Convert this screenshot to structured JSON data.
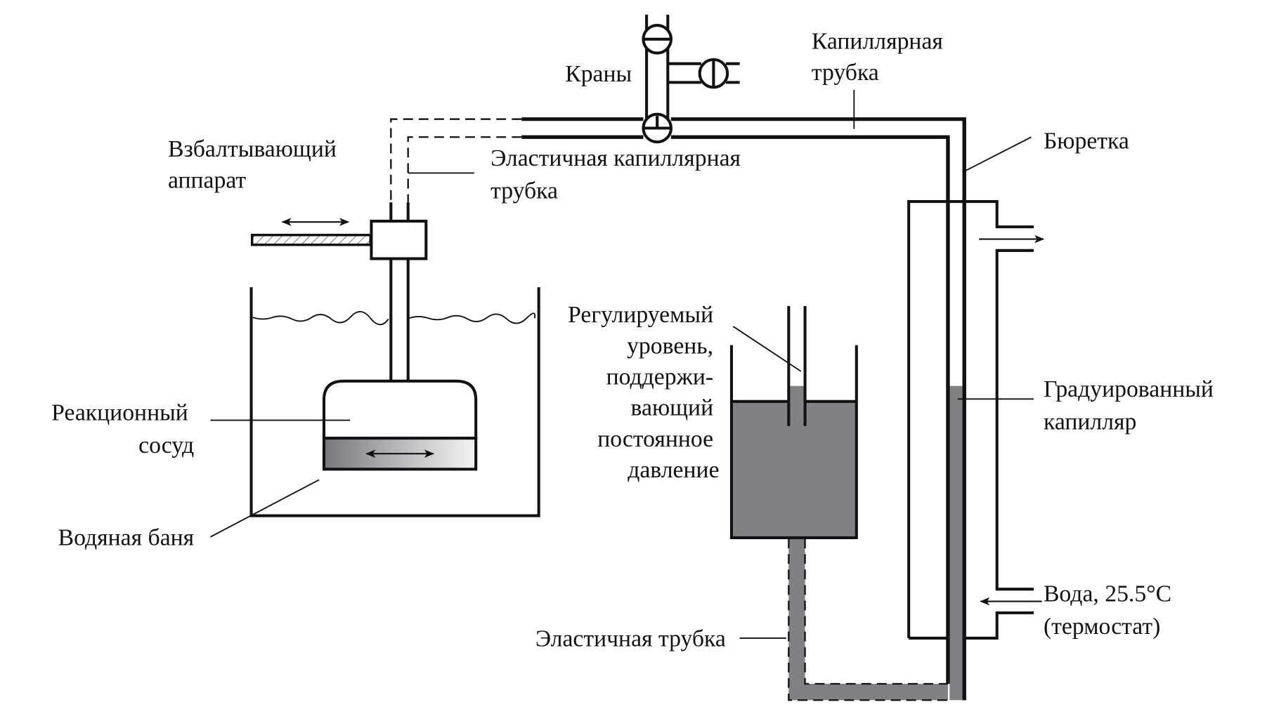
{
  "diagram": {
    "title": "Схема установки для измерения объёма газа (манометрическая установка)",
    "liquid_color": "#808184",
    "labels": {
      "valves": "Краны",
      "capillary_tube": [
        "Капиллярная",
        "трубка"
      ],
      "shaker": [
        "Взбалтывающий",
        "аппарат"
      ],
      "elastic_capillary_tube": [
        "Эластичная капиллярная",
        "трубка"
      ],
      "burette": "Бюретка",
      "adjustable_level": [
        "Регулируемый",
        "уровень,",
        "поддержи-",
        "вающий",
        "постоянное",
        "давление"
      ],
      "reaction_vessel": [
        "Реакционный",
        "сосуд"
      ],
      "water_bath": "Водяная баня",
      "graduated_capillary": [
        "Градуированный",
        "капилляр"
      ],
      "water_thermostat": [
        "Вода, 25.5°C",
        "(термостат)"
      ],
      "elastic_tube": "Эластичная трубка"
    }
  }
}
